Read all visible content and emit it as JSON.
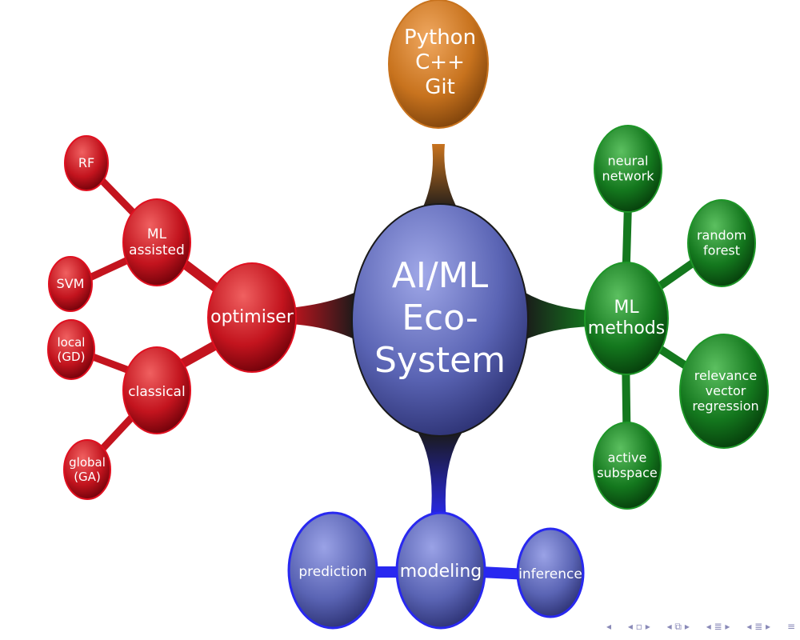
{
  "center": {
    "label": [
      "AI/ML",
      "Eco-",
      "System"
    ]
  },
  "branches": {
    "tools": {
      "label": [
        "Python",
        "C++",
        "Git"
      ]
    },
    "optimiser": {
      "label": [
        "optimiser"
      ]
    },
    "ml_assisted": {
      "label": [
        "ML",
        "assisted"
      ]
    },
    "rf": {
      "label": [
        "RF"
      ]
    },
    "svm": {
      "label": [
        "SVM"
      ]
    },
    "classical": {
      "label": [
        "classical"
      ]
    },
    "local_gd": {
      "label": [
        "local",
        "(GD)"
      ]
    },
    "global_ga": {
      "label": [
        "global",
        "(GA)"
      ]
    },
    "ml_methods": {
      "label": [
        "ML",
        "methods"
      ]
    },
    "neural_network": {
      "label": [
        "neural",
        "network"
      ]
    },
    "random_forest": {
      "label": [
        "random",
        "forest"
      ]
    },
    "rvr": {
      "label": [
        "relevance",
        "vector",
        "regression"
      ]
    },
    "active_subspace": {
      "label": [
        "active",
        "subspace"
      ]
    },
    "modeling": {
      "label": [
        "modeling"
      ]
    },
    "prediction": {
      "label": [
        "prediction"
      ]
    },
    "inference": {
      "label": [
        "inference"
      ]
    }
  },
  "colors": {
    "center": "#5a64b4",
    "tools": "#c8731e",
    "optimiser": "#c3141e",
    "ml_methods": "#14781e",
    "modeling": "#5a64b4",
    "modeling_edge": "#2828f0"
  },
  "nav": {
    "first": "◂",
    "frame_prev": "◂ ▫ ▸",
    "subsection": "◂ ⧉ ▸",
    "section": "◂ ≣ ▸",
    "part": "◂ ≣ ▸",
    "menu": "≡"
  }
}
